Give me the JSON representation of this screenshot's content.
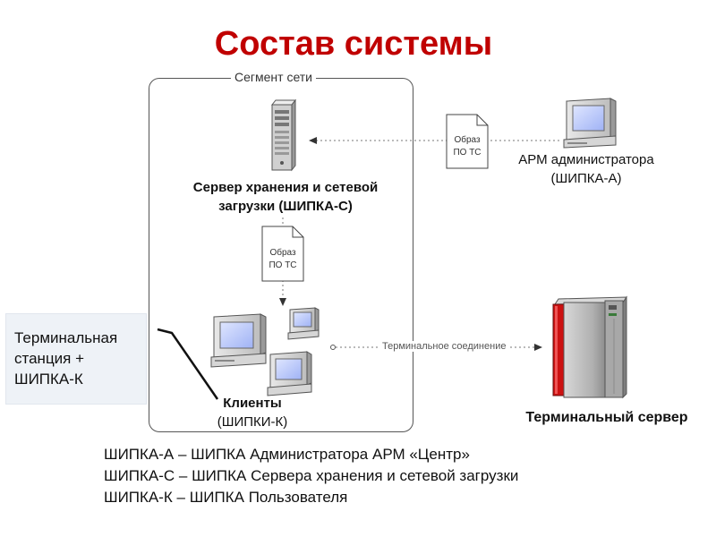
{
  "title": "Состав системы",
  "segment_label": "Сегмент сети",
  "server": {
    "line1": "Сервер хранения и сетевой",
    "line2": "загрузки (ШИПКА-С)",
    "icon": "server-tower-icon"
  },
  "admin": {
    "line1": "АРМ администратора",
    "line2": "(ШИПКА-А)",
    "icon": "computer-icon"
  },
  "doc_top": {
    "line1": "Образ",
    "line2": "ПО ТС"
  },
  "doc_middle": {
    "line1": "Образ",
    "line2": "ПО ТС"
  },
  "clients": {
    "line1": "Клиенты",
    "line2": "(ШИПКИ-К)"
  },
  "terminal_station": {
    "line1": "Терминальная",
    "line2": "станция +",
    "line3": "ШИПКА-К"
  },
  "connection_label": "Терминальное соединение",
  "terminal_server_label": "Терминальный сервер",
  "legend": [
    "ШИПКА-А – ШИПКА Администратора АРМ «Центр»",
    "ШИПКА-С – ШИПКА Сервера хранения и сетевой загрузки",
    "ШИПКА-К – ШИПКА Пользователя"
  ],
  "colors": {
    "title": "#c00000",
    "terminal_server_accent": "#cc1111",
    "screen": "#b8c8ff"
  }
}
